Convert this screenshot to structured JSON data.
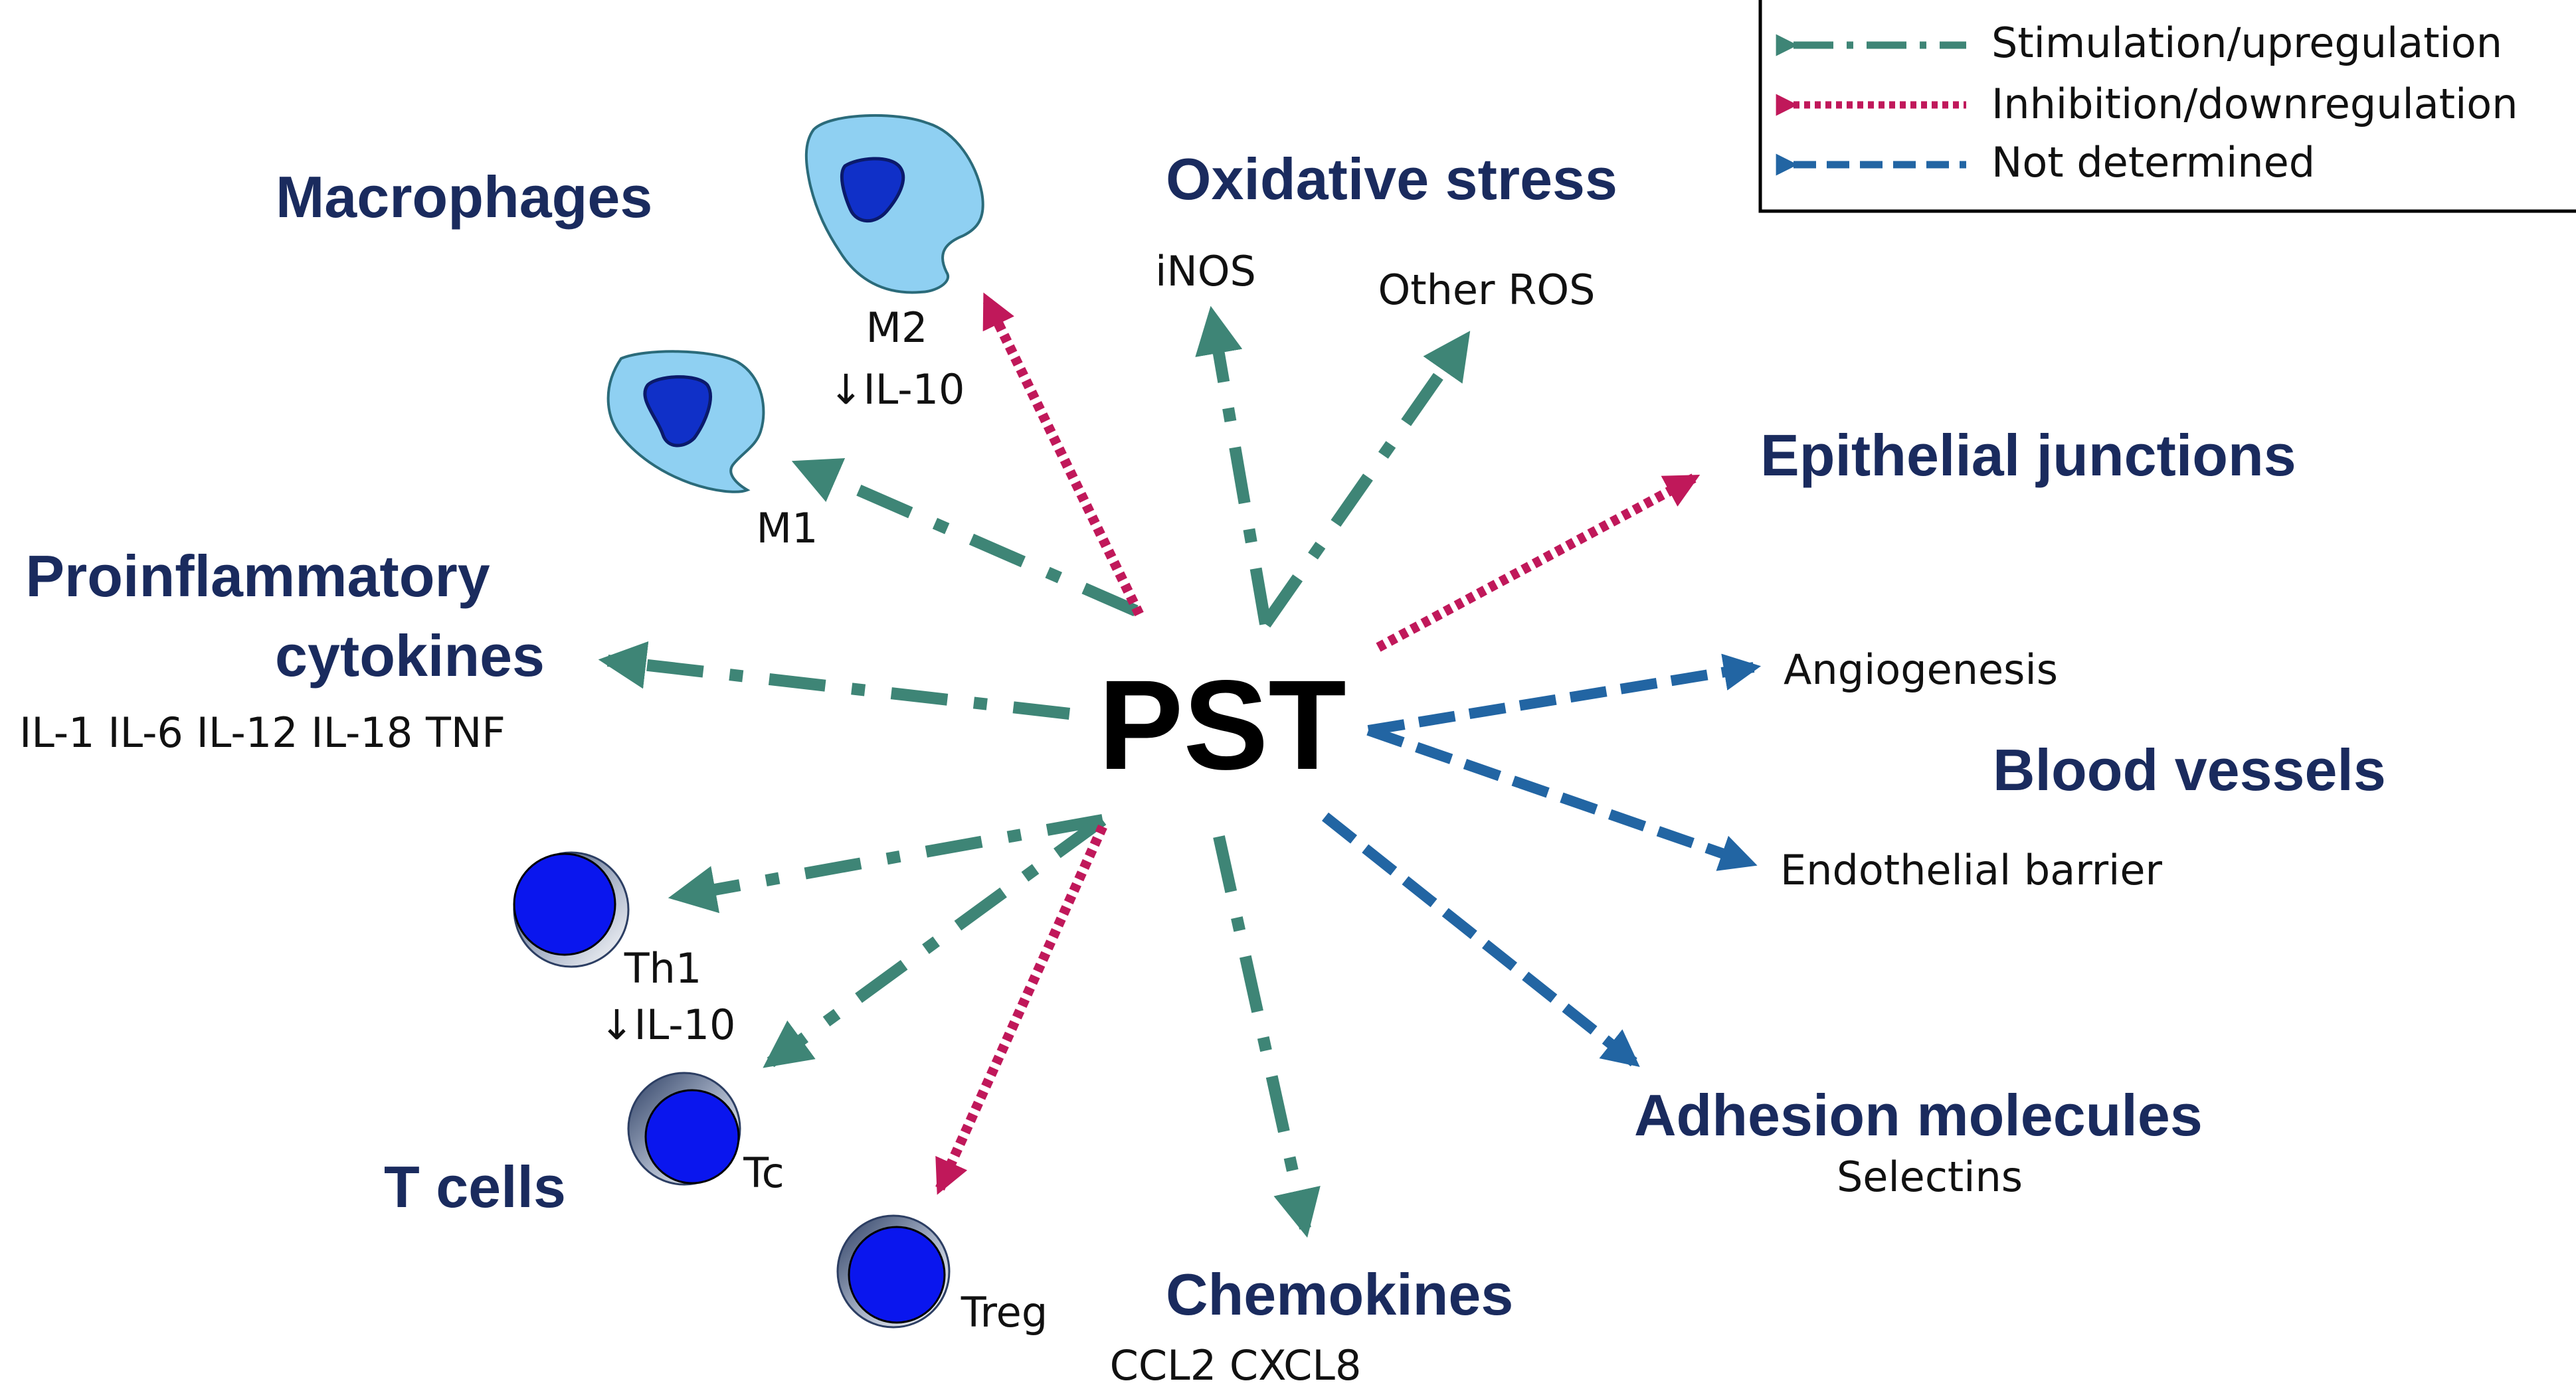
{
  "center": {
    "label": "PST"
  },
  "legend": {
    "stimulation": "Stimulation/upregulation",
    "inhibition": "Inhibition/downregulation",
    "not_determined": "Not determined"
  },
  "colors": {
    "stimulation": "#3e8576",
    "inhibition": "#c0185a",
    "not_determined": "#2265a3",
    "heading": "#1a2b5e",
    "macrophage_fill": "#8fd0f2",
    "macrophage_nucleus": "#1030c8",
    "tcell_nucleus": "#0a16ee"
  },
  "headings": {
    "macrophages": "Macrophages",
    "oxidative_stress": "Oxidative stress",
    "epithelial_junctions": "Epithelial junctions",
    "proinflammatory_line1": "Proinflammatory",
    "proinflammatory_line2": "cytokines",
    "blood_vessels": "Blood vessels",
    "adhesion_molecules": "Adhesion molecules",
    "chemokines": "Chemokines",
    "t_cells": "T cells"
  },
  "labels": {
    "m2": "M2",
    "m2_il10": "↓IL-10",
    "m1": "M1",
    "inos": "iNOS",
    "other_ros": "Other ROS",
    "cytokine_list": "IL-1 IL-6 IL-12 IL-18 TNF",
    "angiogenesis": "Angiogenesis",
    "endothelial_barrier": "Endothelial barrier",
    "selectins": "Selectins",
    "chemokine_list": "CCL2 CXCL8",
    "th1": "Th1",
    "th1_il10": "↓IL-10",
    "tc": "Tc",
    "treg": "Treg"
  }
}
